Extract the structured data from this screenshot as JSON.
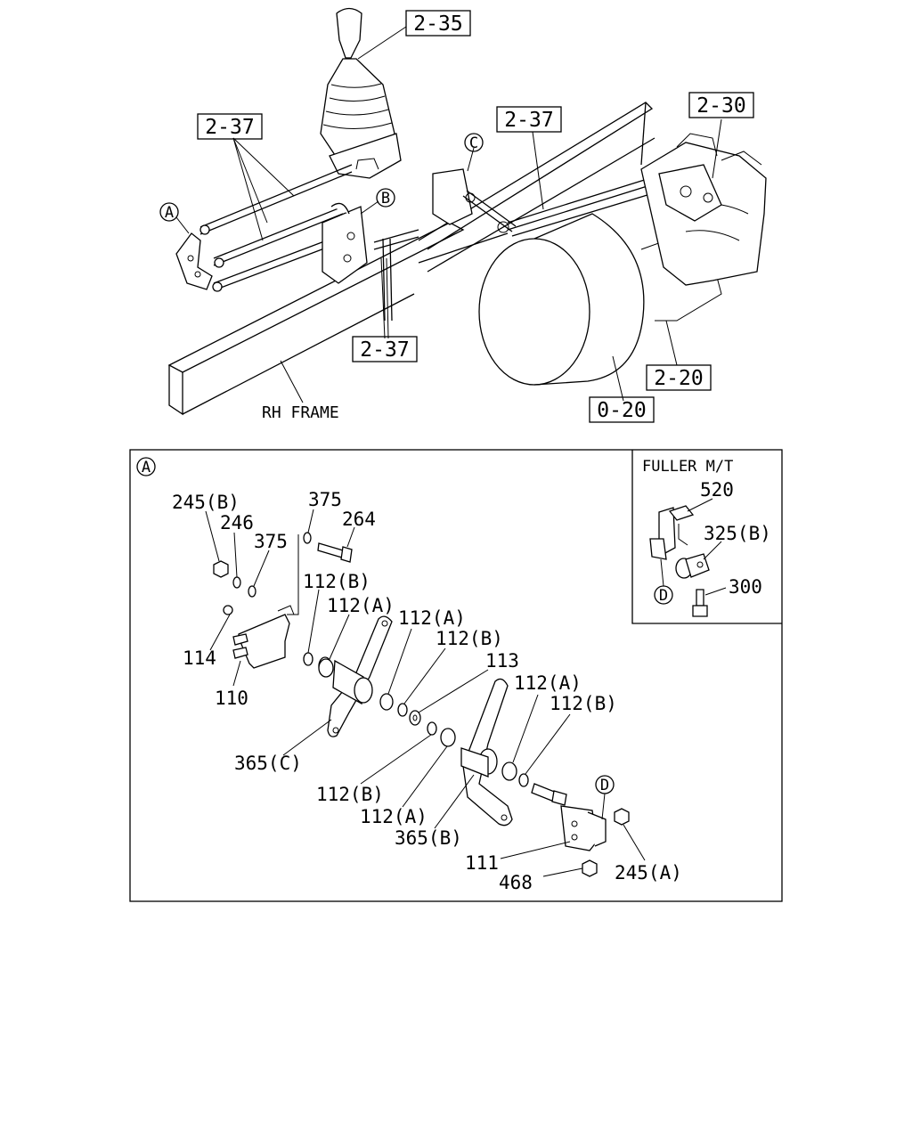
{
  "overview": {
    "ref_boxes": {
      "shift_lever": "2-35",
      "rods_left": "2-37",
      "rods_mid": "2-37",
      "rods_lower": "2-37",
      "transmission_top": "2-30",
      "transmission_bottom": "2-20",
      "clutch_housing": "0-20"
    },
    "circle_refs": {
      "a": "A",
      "b": "B",
      "c": "C"
    },
    "frame_label": "RH FRAME"
  },
  "detail": {
    "marker": "A",
    "labels": {
      "p245b": "245(B)",
      "p375a": "375",
      "p264": "264",
      "p246": "246",
      "p375b": "375",
      "p112b_1": "112(B)",
      "p112a_1": "112(A)",
      "p112a_2": "112(A)",
      "p112b_2": "112(B)",
      "p113": "113",
      "p114": "114",
      "p110": "110",
      "p365c": "365(C)",
      "p112a_3": "112(A)",
      "p112b_3": "112(B)",
      "p112b_4": "112(B)",
      "p112a_4": "112(A)",
      "p365b": "365(B)",
      "p111": "111",
      "p468": "468",
      "p245a": "245(A)",
      "d_marker": "D"
    },
    "inset": {
      "title": "FULLER M/T",
      "p520": "520",
      "p325b": "325(B)",
      "p300": "300",
      "d_marker": "D"
    }
  }
}
